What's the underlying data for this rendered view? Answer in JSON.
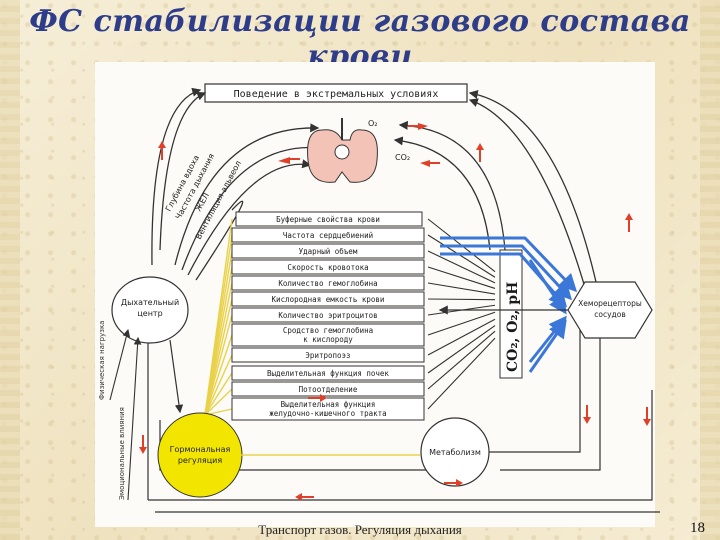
{
  "slide": {
    "title": "ФС стабилизации газового состава крови",
    "footer": "Транспорт газов. Регуляция дыхания",
    "page_number": "18"
  },
  "diagram": {
    "top_box": "Поведение в экстремальных условиях",
    "lungs_o2": "O₂",
    "lungs_co2": "CO₂",
    "resp_center": [
      "Дыхательный",
      "центр"
    ],
    "chemoreceptors": [
      "Хеморецепторы",
      "сосудов"
    ],
    "metabolism": "Метаболизм",
    "hormonal": [
      "Гормональная",
      "регуляция"
    ],
    "vertical_label": "CO₂, O₂, pH",
    "diag_labels": [
      "Глубина вдоха",
      "Частота дыхания",
      "ЖЕЛ",
      "Вентиляция альвеол"
    ],
    "left_labels": [
      "Физическая нагрузка",
      "Эмоциональные влияния"
    ],
    "list_items": [
      "Буферные свойства крови",
      "Частота сердцебиений",
      "Ударный объем",
      "Скорость кровотока",
      "Количество гемоглобина",
      "Кислородная емкость крови",
      "Количество эритроцитов",
      "Сродство гемоглобина к кислороду",
      "Эритропоэз",
      "Выделительная функция почек",
      "Потоотделение",
      "Выделительная функция желудочно-кишечного тракта"
    ]
  },
  "colors": {
    "title": "#2e3d8a",
    "hormonal": "#f2e600",
    "lungs": "#f4c3b8",
    "blue_arrows": "#3a77d9",
    "red_arrows": "#e0402a",
    "yellow_lines": "#e9d24a"
  }
}
